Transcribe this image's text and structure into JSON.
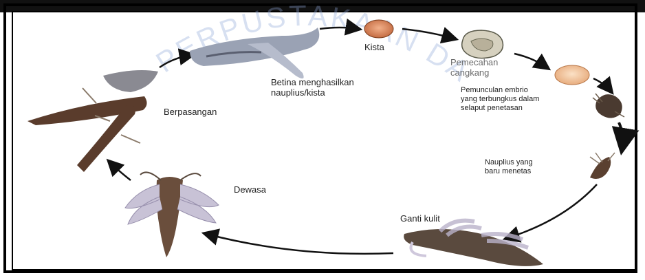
{
  "watermark_text": "PERPUSTAKAAN DAN",
  "stages": [
    {
      "id": "female",
      "label": "Betina menghasilkan\nnauplius/kista"
    },
    {
      "id": "cyst",
      "label": "Kista"
    },
    {
      "id": "shell",
      "label": "Pemecahan\ncangkang"
    },
    {
      "id": "embryo",
      "label": "Pemunculan embrio\nyang terbungkus dalam\nselaput penetasan"
    },
    {
      "id": "nauplius",
      "label": "Nauplius yang\nbaru menetas"
    },
    {
      "id": "molt",
      "label": "Ganti kulit"
    },
    {
      "id": "adult",
      "label": "Dewasa"
    },
    {
      "id": "mating",
      "label": "Berpasangan"
    }
  ]
}
